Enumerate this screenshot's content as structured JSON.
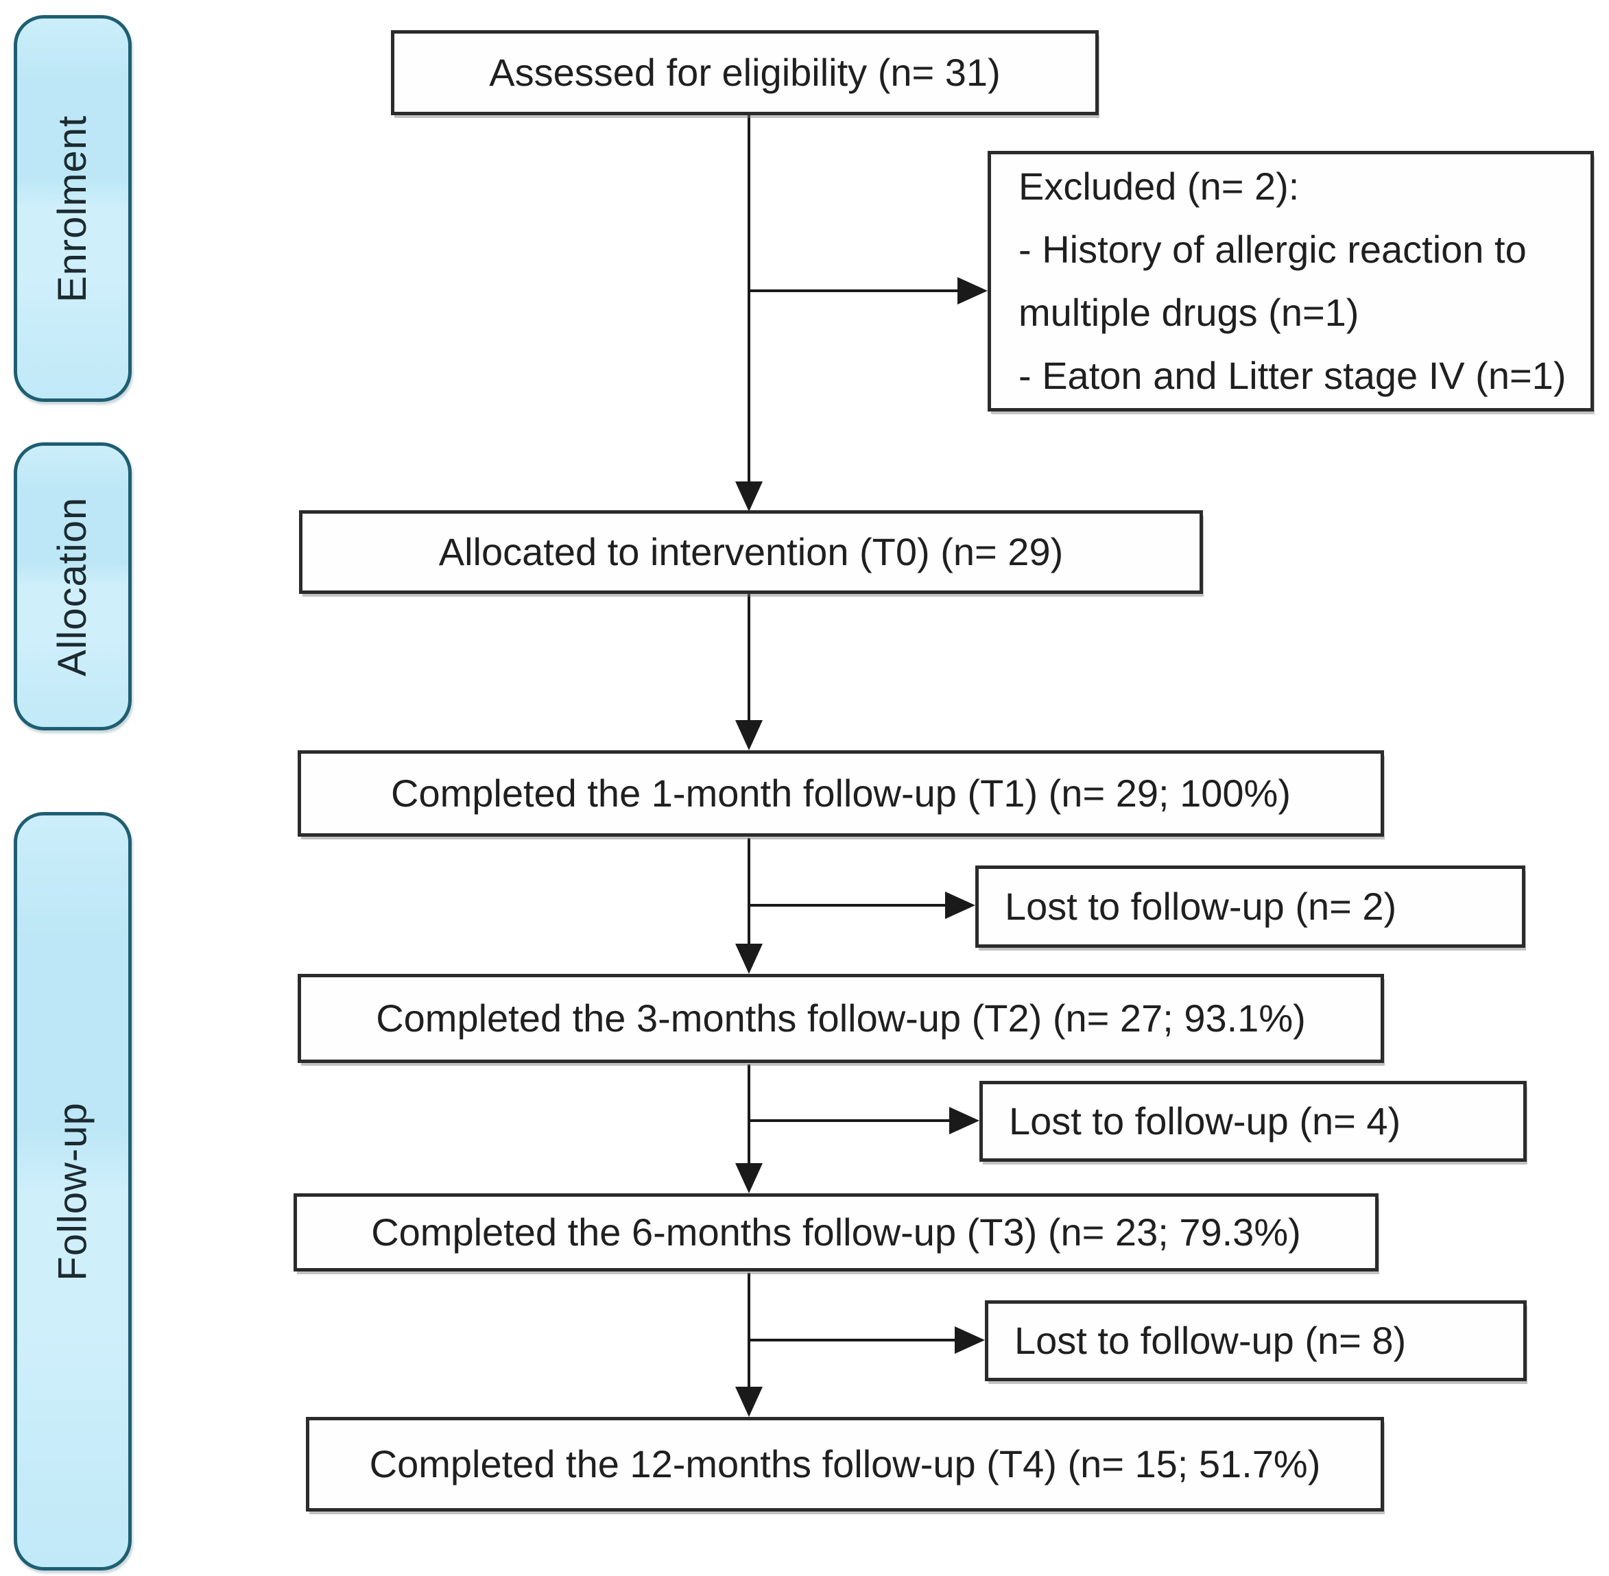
{
  "diagram": {
    "stages": [
      {
        "label": "Enrolment"
      },
      {
        "label": "Allocation"
      },
      {
        "label": "Follow-up"
      }
    ],
    "nodes": {
      "assessed": {
        "label": "Assessed for eligibility (n= 31)"
      },
      "excluded": {
        "lines": [
          "Excluded (n= 2):",
          "- History of allergic reaction to",
          "multiple drugs (n=1)",
          "- Eaton and Litter stage IV (n=1)"
        ]
      },
      "allocated": {
        "label": "Allocated to intervention (T0) (n= 29)"
      },
      "t1": {
        "label": "Completed the 1-month follow-up (T1) (n= 29; 100%)"
      },
      "lost1": {
        "label": "Lost to follow-up (n= 2)"
      },
      "t2": {
        "label": "Completed the 3-months follow-up (T2) (n= 27; 93.1%)"
      },
      "lost2": {
        "label": "Lost to follow-up (n= 4)"
      },
      "t3": {
        "label": "Completed the 6-months follow-up (T3) (n= 23; 79.3%)"
      },
      "lost3": {
        "label": "Lost to follow-up (n= 8)"
      },
      "t4": {
        "label": "Completed the 12-months follow-up (T4) (n= 15; 51.7%)"
      }
    },
    "colors": {
      "stage_fill": "#bde7f6",
      "stage_fill_light": "#cfeffb",
      "stage_border": "#1f5e72",
      "node_background": "#fefefe",
      "node_border": "#2b2b2b",
      "arrow": "#1a1a1a",
      "text": "#1f1f1f",
      "background": "#ffffff"
    }
  }
}
